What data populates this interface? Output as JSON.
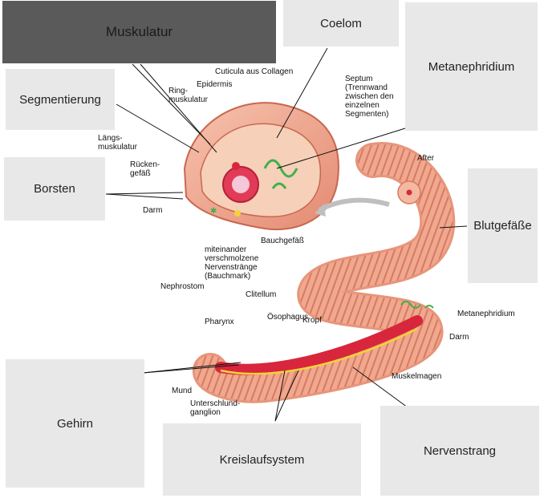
{
  "tiles": {
    "muskulatur": "Muskulatur",
    "coelom": "Coelom",
    "metanephridium": "Metanephridium",
    "segmentierung": "Segmentierung",
    "borsten": "Borsten",
    "blutgefaesse": "Blutgefäße",
    "gehirn": "Gehirn",
    "kreislaufsystem": "Kreislaufsystem",
    "nervenstrang": "Nervenstrang"
  },
  "labels": {
    "cuticula": "Cuticula aus Collagen",
    "epidermis": "Epidermis",
    "ringmuskulatur_1": "Ring-",
    "ringmuskulatur_2": "muskulatur",
    "septum_1": "Septum",
    "septum_2": "(Trennwand",
    "septum_3": "zwischen den",
    "septum_4": "einzelnen",
    "septum_5": "Segmenten)",
    "laengs_1": "Längs-",
    "laengs_2": "muskulatur",
    "ruecken_1": "Rücken-",
    "ruecken_2": "gefäß",
    "darm": "Darm",
    "bauchgefaess": "Bauchgefäß",
    "nerven_1": "miteinander",
    "nerven_2": "verschmolzene",
    "nerven_3": "Nervenstränge",
    "nerven_4": "(Bauchmark)",
    "nephrostom": "Nephrostom",
    "after": "After",
    "clitellum": "Clitellum",
    "metanephridium": "Metanephridium",
    "darm2": "Darm",
    "pharynx": "Pharynx",
    "oesophagus": "Ösophagus",
    "kropf": "Kropf",
    "muskelmagen": "Muskelmagen",
    "mund": "Mund",
    "unterschlund_1": "Unterschlund-",
    "unterschlund_2": "ganglion"
  },
  "colors": {
    "tile": "#e8e8e8",
    "tile_selected": "#5a5a5a",
    "worm_skin": "#f2a58a",
    "worm_ring": "#d97c63",
    "gut": "#d8263c",
    "nerve": "#f2d23a",
    "nephridium": "#3fb04a"
  }
}
